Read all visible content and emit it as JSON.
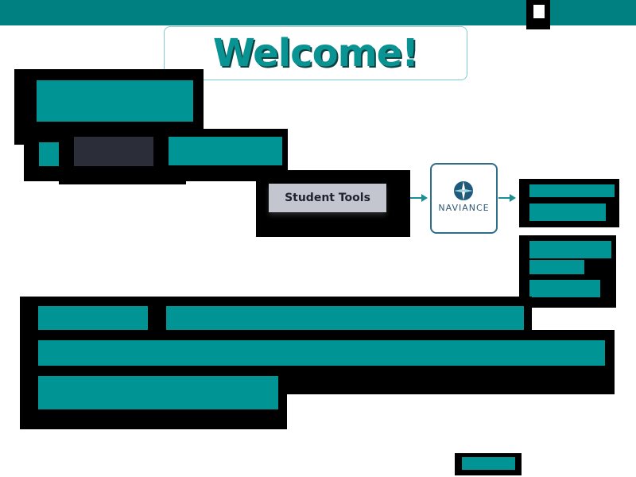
{
  "header": {
    "welcome_title": "Welcome!"
  },
  "main": {
    "student_tools_label": "Student Tools",
    "naviance_logo_text": "NAVIANCE"
  },
  "colors": {
    "teal_bar": "#008080",
    "teal_block": "#009494",
    "dark_text": "#1f2330",
    "naviance_border": "#2e6e86"
  },
  "icons": {
    "naviance_logo": "compass-star-icon",
    "flow_arrow": "arrow-right-icon"
  }
}
